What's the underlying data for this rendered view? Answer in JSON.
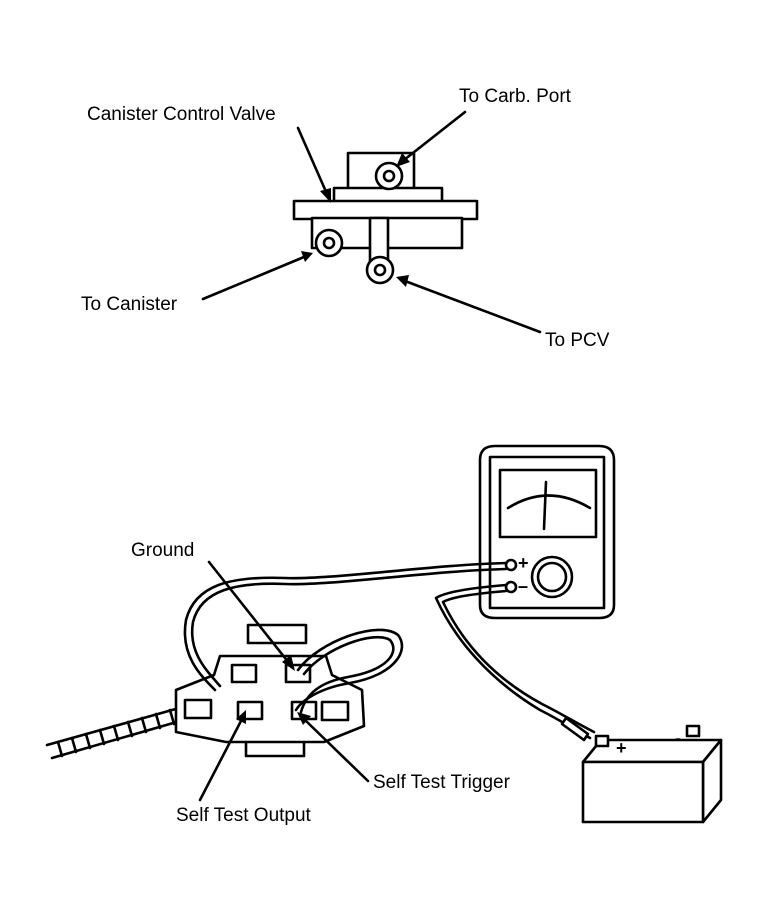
{
  "top_diagram": {
    "labels": {
      "canister_control_valve": "Canister Control Valve",
      "to_carb_port": "To Carb. Port",
      "to_canister": "To Canister",
      "to_pcv": "To PCV"
    }
  },
  "bottom_diagram": {
    "labels": {
      "ground": "Ground",
      "self_test_output": "Self Test Output",
      "self_test_trigger": "Self Test Trigger"
    },
    "meter_symbols": {
      "plus": "+",
      "minus": "–"
    },
    "battery_symbols": {
      "plus": "+",
      "minus": "-"
    }
  }
}
